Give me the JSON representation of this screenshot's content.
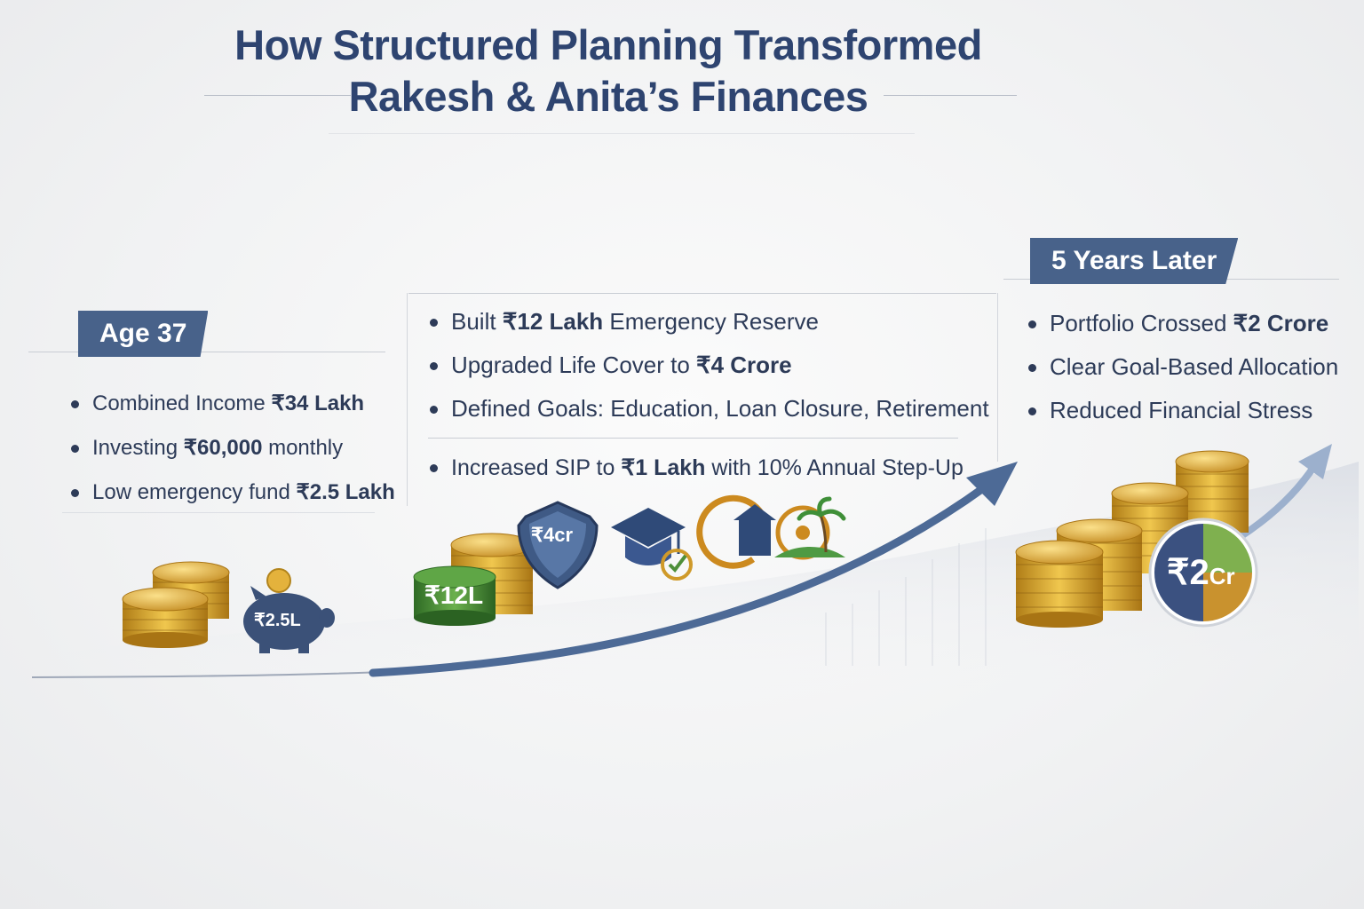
{
  "title": {
    "line1": "How Structured Planning Transformed",
    "line2": "Rakesh & Anita’s Finances"
  },
  "left": {
    "tag": "Age 37",
    "items": [
      {
        "pre": "Combined Income ",
        "bold": "₹34 Lakh",
        "post": ""
      },
      {
        "pre": "Investing ",
        "bold": "₹60,000",
        "post": " monthly"
      },
      {
        "pre": "Low emergency fund ",
        "bold": "₹2.5 Lakh",
        "post": ""
      }
    ],
    "piggy_label": "₹2.5L"
  },
  "middle": {
    "items": [
      {
        "pre": "Built ",
        "bold": "₹12 Lakh",
        "post": " Emergency Reserve"
      },
      {
        "pre": "Upgraded Life Cover to ",
        "bold": "₹4 Crore",
        "post": ""
      },
      {
        "pre": "Defined Goals: Education, Loan Closure, Retirement",
        "bold": "",
        "post": ""
      }
    ],
    "sip": {
      "pre": "Increased SIP to ",
      "bold": "₹1 Lakh",
      "post": " with 10% Annual Step-Up"
    },
    "coin_label": "₹12L",
    "shield_label": "₹4cr",
    "icons": [
      "shield-icon",
      "graduation-cap-icon",
      "home-loan-icon",
      "retirement-island-icon"
    ]
  },
  "right": {
    "tag": "5 Years Later",
    "items": [
      {
        "pre": "Portfolio Crossed ",
        "bold": "₹2 Crore",
        "post": ""
      },
      {
        "pre": "Clear Goal-Based Allocation",
        "bold": "",
        "post": ""
      },
      {
        "pre": "Reduced Financial Stress",
        "bold": "",
        "post": ""
      }
    ],
    "pie_label_main": "₹2",
    "pie_label_unit": "Cr"
  },
  "colors": {
    "navy": "#2e4470",
    "tag": "#48628a",
    "gold": "#d9a92c",
    "green": "#4e8f3a",
    "arrow": "#4d6a96"
  }
}
